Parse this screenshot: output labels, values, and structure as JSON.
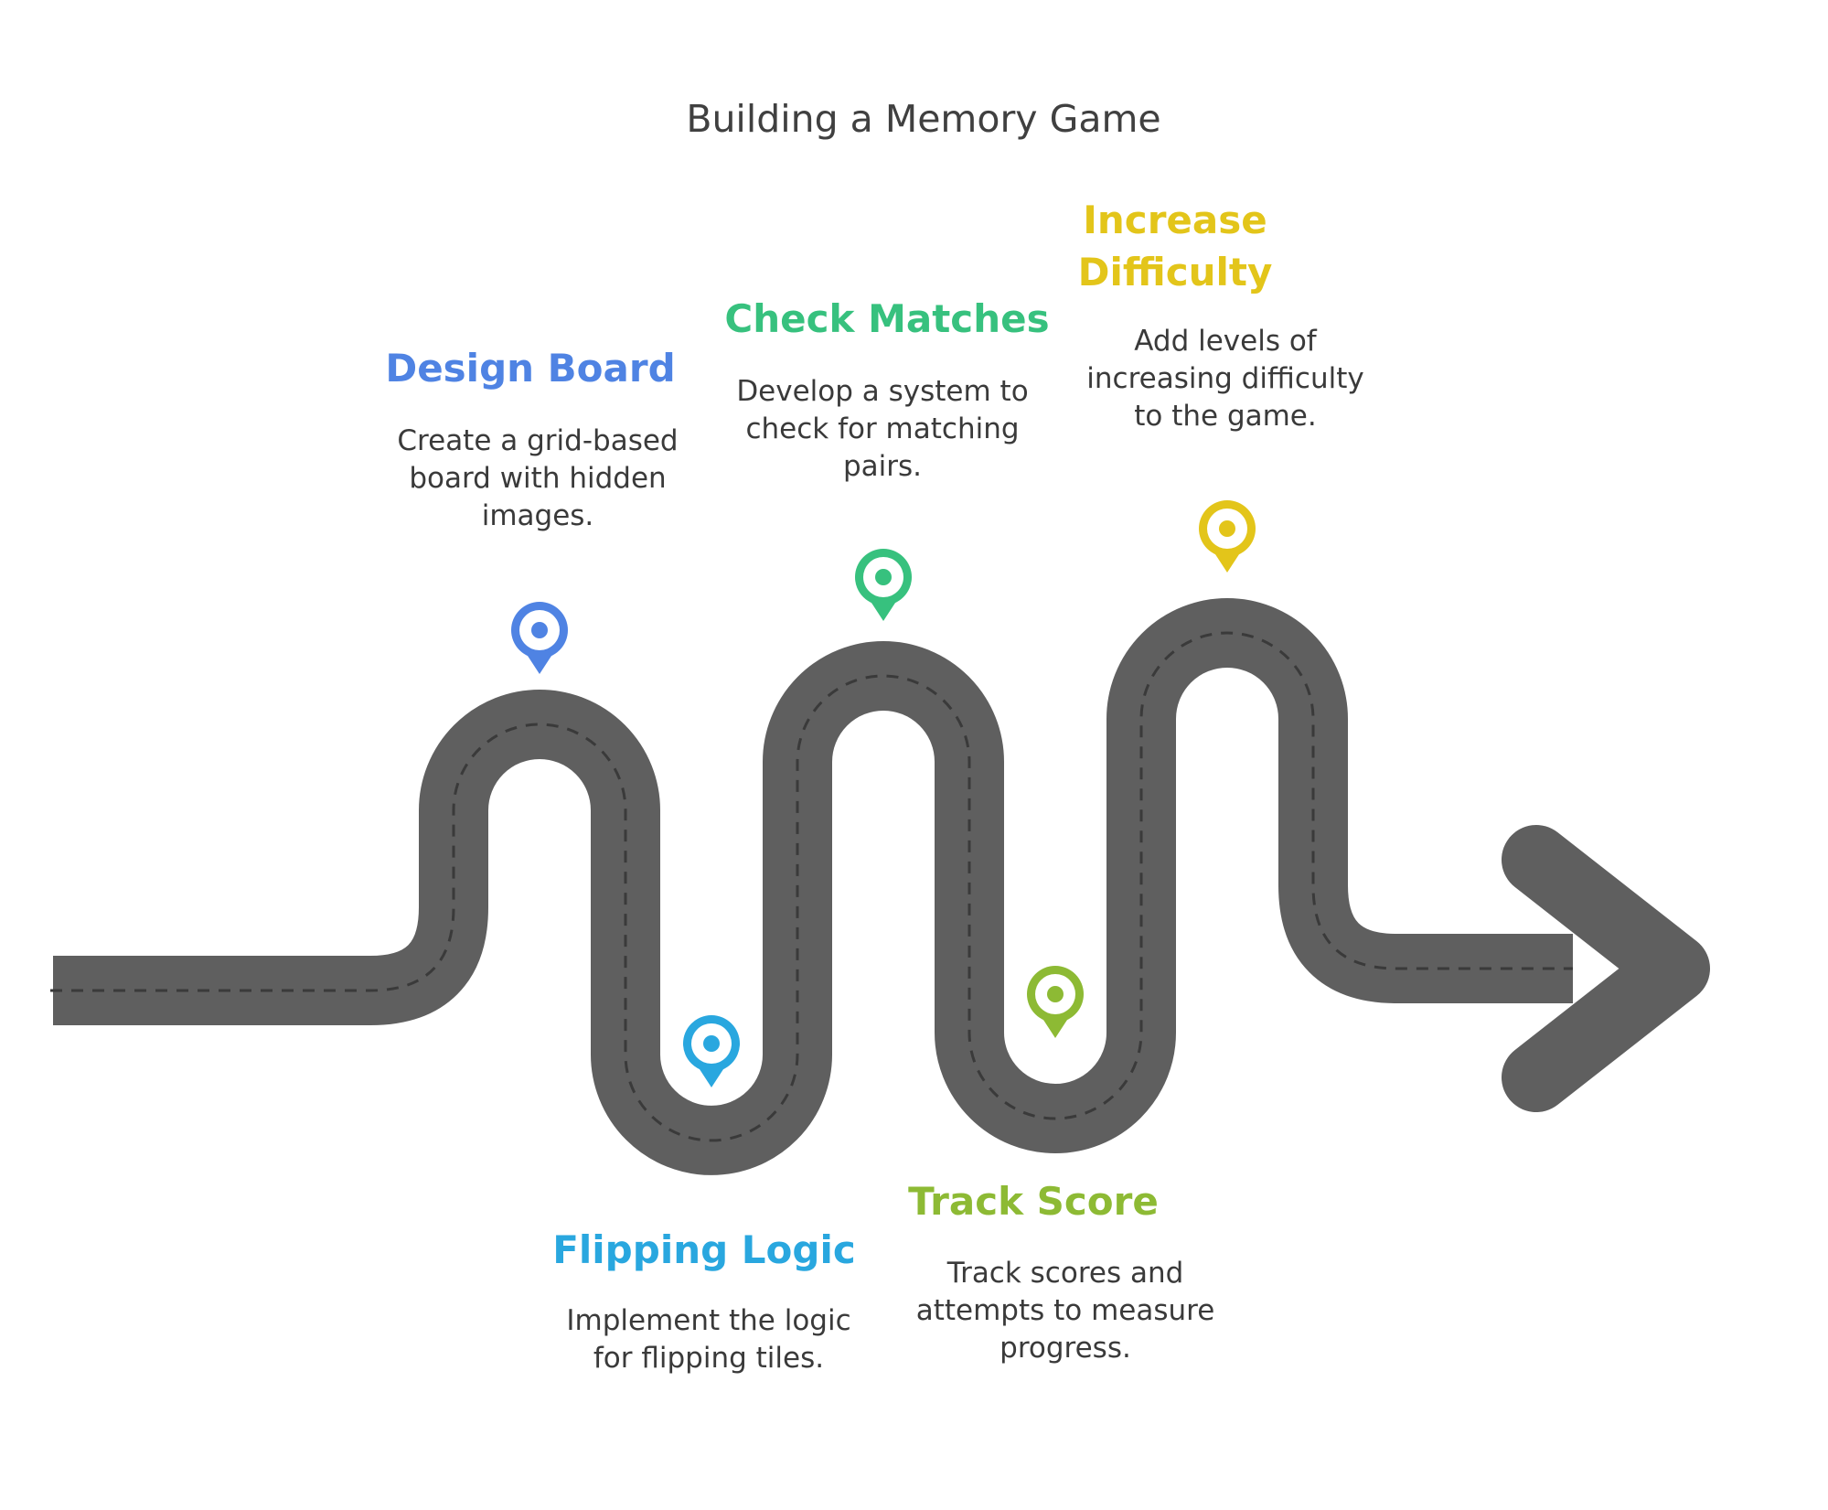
{
  "title": "Building a Memory Game",
  "colors": {
    "road": "#5f5f5f",
    "dash": "#3a3a3a",
    "design": "#4f83e3",
    "flipping": "#29a7df",
    "check": "#37c17e",
    "track": "#8dba34",
    "increase": "#e3c51a"
  },
  "steps": [
    {
      "key": "design",
      "title": "Design Board",
      "desc": "Create a grid-based board with hidden images.",
      "icon": "map-pin-icon",
      "color": "#4f83e3"
    },
    {
      "key": "flipping",
      "title": "Flipping Logic",
      "desc": "Implement the logic for flipping tiles.",
      "icon": "map-pin-icon",
      "color": "#29a7df"
    },
    {
      "key": "check",
      "title": "Check Matches",
      "desc": "Develop a system to check for matching pairs.",
      "icon": "map-pin-icon",
      "color": "#37c17e"
    },
    {
      "key": "track",
      "title": "Track Score",
      "desc": "Track scores and attempts to measure progress.",
      "icon": "map-pin-icon",
      "color": "#8dba34"
    },
    {
      "key": "increase",
      "title": "Increase Difficulty",
      "desc": "Add levels of increasing difficulty to the game.",
      "icon": "map-pin-icon",
      "color": "#e3c51a"
    }
  ]
}
